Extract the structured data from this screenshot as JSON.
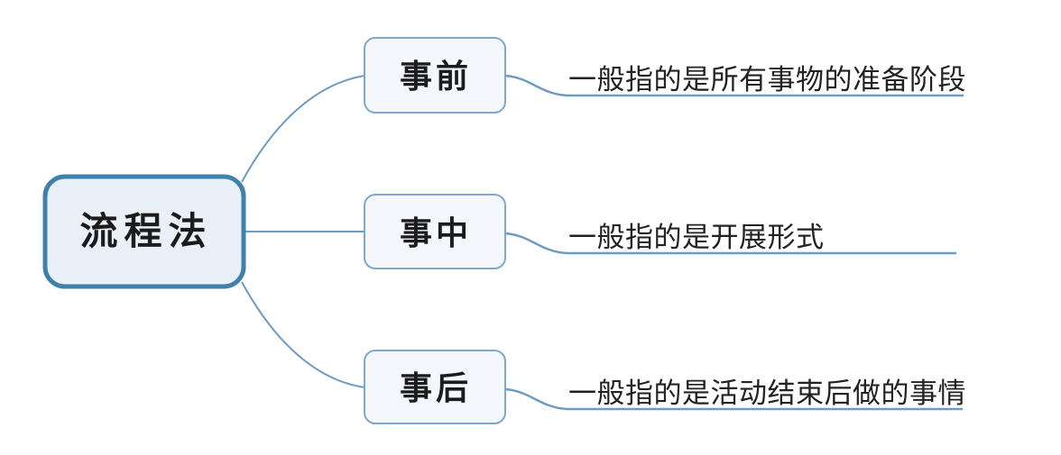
{
  "mindmap": {
    "root": {
      "label": "流程法"
    },
    "branches": [
      {
        "label": "事前",
        "note": "一般指的是所有事物的准备阶段"
      },
      {
        "label": "事中",
        "note": "一般指的是开展形式"
      },
      {
        "label": "事后",
        "note": "一般指的是活动结束后做的事情"
      }
    ],
    "colors": {
      "root_border": "#4080ad",
      "root_fill": "#e9f0f8",
      "branch_border": "#7fa8cf",
      "branch_fill": "#f4f8fd",
      "connector": "#6d9bc1",
      "text": "#1c1c1c",
      "background": "#ffffff"
    }
  }
}
